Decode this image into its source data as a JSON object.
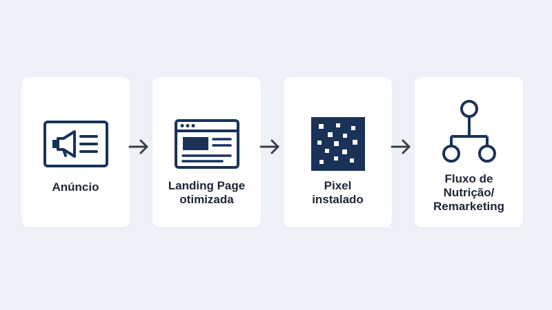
{
  "colors": {
    "background": "#eef2f8",
    "card": "#ffffff",
    "icon": "#1a3258",
    "arrow": "#3a3f47",
    "text": "#1b2535"
  },
  "steps": [
    {
      "label": "Anúncio",
      "icon": "megaphone-ad-icon"
    },
    {
      "label": "Landing Page\notimizada",
      "icon": "browser-page-icon"
    },
    {
      "label": "Pixel\ninstalado",
      "icon": "pixel-grid-icon"
    },
    {
      "label": "Fluxo de\nNutrição/\nRemarketing",
      "icon": "flow-tree-icon"
    }
  ],
  "connectors": [
    "arrow-right-icon",
    "arrow-right-icon",
    "arrow-right-icon"
  ]
}
